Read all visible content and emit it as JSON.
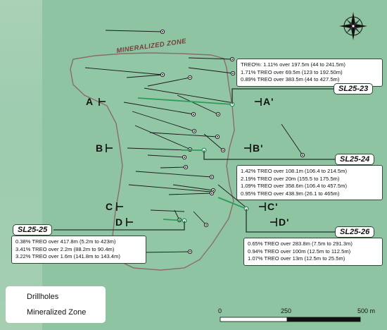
{
  "zone_label": "MINERALIZED ZONE",
  "sections": [
    "A",
    "A'",
    "B",
    "B'",
    "C",
    "C'",
    "D",
    "D'"
  ],
  "drillholes": [
    {
      "name": "SL25-23",
      "results": [
        "TREO%: 1.11% over 197.5m (44 to 241.5m)",
        "1.71% TREO over 69.5m (123 to 192.50m)",
        "0.89% TREO over 383.5m (44 to 427.5m)"
      ]
    },
    {
      "name": "SL25-24",
      "results": [
        "1.42% TREO over 108.1m (106.4 to 214.5m)",
        "2.19% TREO over 20m (155.5 to 175.5m)",
        "1.09% TREO over 358.6m (106.4 to 457.5m)",
        "0.95% TREO over 438.9m (26.1 to 465m)"
      ]
    },
    {
      "name": "SL25-25",
      "results": [
        "0.38% TREO over 417.8m (5.2m to 423m)",
        "3.41% TREO over 2.2m (88.2m to 90.4m)",
        "3.22% TREO over 1.6m (141.8m to 143.4m)"
      ]
    },
    {
      "name": "SL25-26",
      "results": [
        "0.65% TREO over 283.8m (7.5m to 291.3m)",
        "0.94% TREO over 100m (12.5m to 112.5m)",
        "1.07% TREO over 13m (12.5m to 25.5m)"
      ]
    }
  ],
  "legend": {
    "drillholes": "Drillholes",
    "zone": "Mineralized Zone"
  },
  "scale": {
    "labels": [
      "0",
      "250",
      "500 m"
    ]
  },
  "colors": {
    "zone_outline": "#8a6c6c",
    "highlight_hole": "#2f9d5a",
    "connector": "#1e3328"
  },
  "icons": [
    "compass-rose-icon",
    "drillhole-icon",
    "zone-outline-icon"
  ]
}
